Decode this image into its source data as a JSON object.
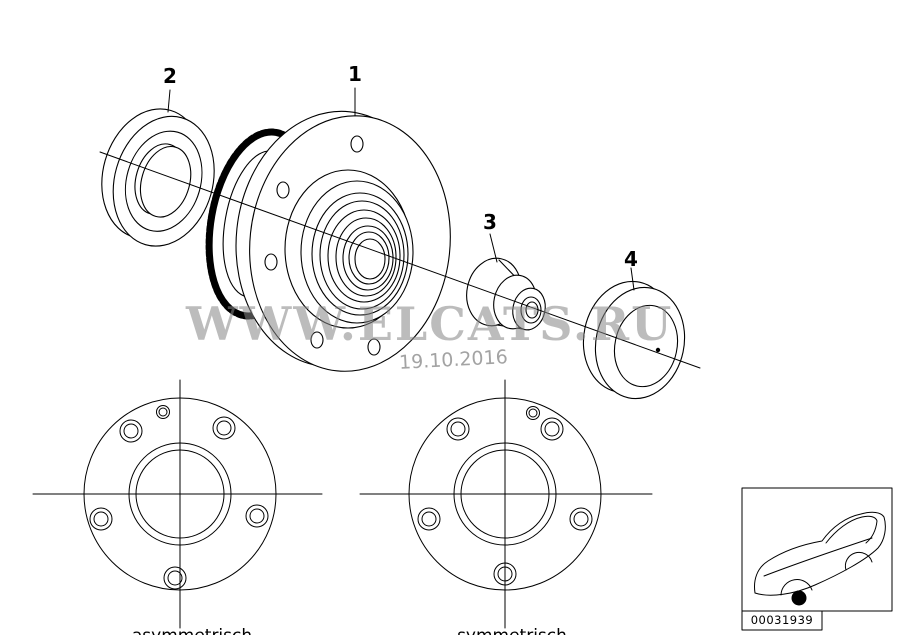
{
  "callouts": {
    "c1": "1",
    "c2": "2",
    "c3": "3",
    "c4": "4"
  },
  "watermark": {
    "text": "WWW.ELCATS.RU",
    "date": "19.10.2016"
  },
  "views": {
    "left_caption": "asymmetrisch",
    "right_caption": "symmetrisch"
  },
  "footer": {
    "part_number": "00031939"
  },
  "colors": {
    "line": "#000000",
    "watermark_gray": "#878787",
    "background": "#ffffff"
  }
}
